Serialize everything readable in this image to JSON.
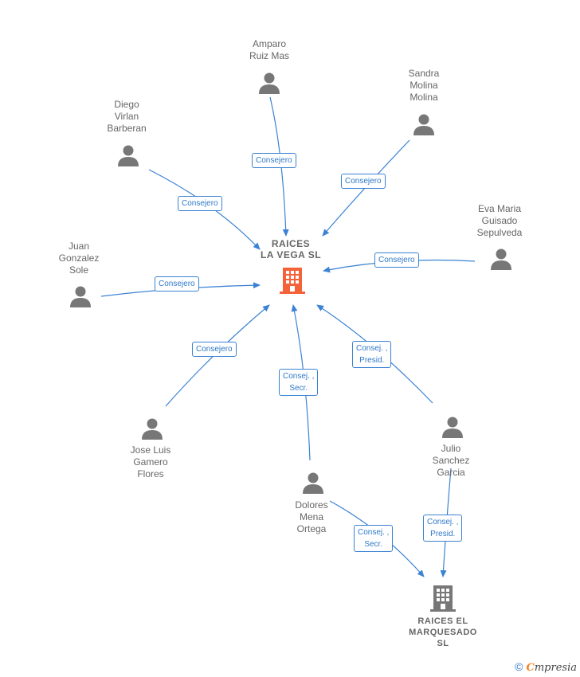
{
  "center": {
    "name_lines": [
      "RAICES",
      "LA VEGA  SL"
    ],
    "icon": "building-icon",
    "color": "#f4623a"
  },
  "secondary": {
    "name_lines": [
      "RAICES EL",
      "MARQUESADO",
      "SL"
    ],
    "icon": "building-icon",
    "color": "#777777"
  },
  "people": [
    {
      "id": "amparo",
      "name_lines": [
        "Amparo",
        "Ruiz Mas"
      ],
      "icon": "person-icon"
    },
    {
      "id": "sandra",
      "name_lines": [
        "Sandra",
        "Molina",
        "Molina"
      ],
      "icon": "person-icon"
    },
    {
      "id": "diego",
      "name_lines": [
        "Diego",
        "Virlan",
        "Barberan"
      ],
      "icon": "person-icon"
    },
    {
      "id": "eva",
      "name_lines": [
        "Eva Maria",
        "Guisado",
        "Sepulveda"
      ],
      "icon": "person-icon"
    },
    {
      "id": "juan",
      "name_lines": [
        "Juan",
        "Gonzalez",
        "Sole"
      ],
      "icon": "person-icon"
    },
    {
      "id": "joseluis",
      "name_lines": [
        "Jose Luis",
        "Gamero",
        "Flores"
      ],
      "icon": "person-icon"
    },
    {
      "id": "dolores",
      "name_lines": [
        "Dolores",
        "Mena",
        "Ortega"
      ],
      "icon": "person-icon"
    },
    {
      "id": "julio",
      "name_lines": [
        "Julio",
        "Sanchez",
        "Garcia"
      ],
      "icon": "person-icon"
    }
  ],
  "edges": [
    {
      "from": "amparo",
      "to": "center",
      "label_lines": [
        "Consejero"
      ]
    },
    {
      "from": "sandra",
      "to": "center",
      "label_lines": [
        "Consejero"
      ]
    },
    {
      "from": "diego",
      "to": "center",
      "label_lines": [
        "Consejero"
      ]
    },
    {
      "from": "eva",
      "to": "center",
      "label_lines": [
        "Consejero"
      ]
    },
    {
      "from": "juan",
      "to": "center",
      "label_lines": [
        "Consejero"
      ]
    },
    {
      "from": "joseluis",
      "to": "center",
      "label_lines": [
        "Consejero"
      ]
    },
    {
      "from": "dolores",
      "to": "center",
      "label_lines": [
        "Consej. ,",
        "Secr."
      ]
    },
    {
      "from": "julio",
      "to": "center",
      "label_lines": [
        "Consej. ,",
        "Presid."
      ]
    },
    {
      "from": "dolores",
      "to": "secondary",
      "label_lines": [
        "Consej. ,",
        "Secr."
      ]
    },
    {
      "from": "julio",
      "to": "secondary",
      "label_lines": [
        "Consej. ,",
        "Presid."
      ]
    }
  ],
  "colors": {
    "edge": "#3b82d4",
    "person": "#777777"
  },
  "footer": {
    "copyright": "©",
    "brand_first": "C",
    "brand_rest": "mpresia"
  }
}
